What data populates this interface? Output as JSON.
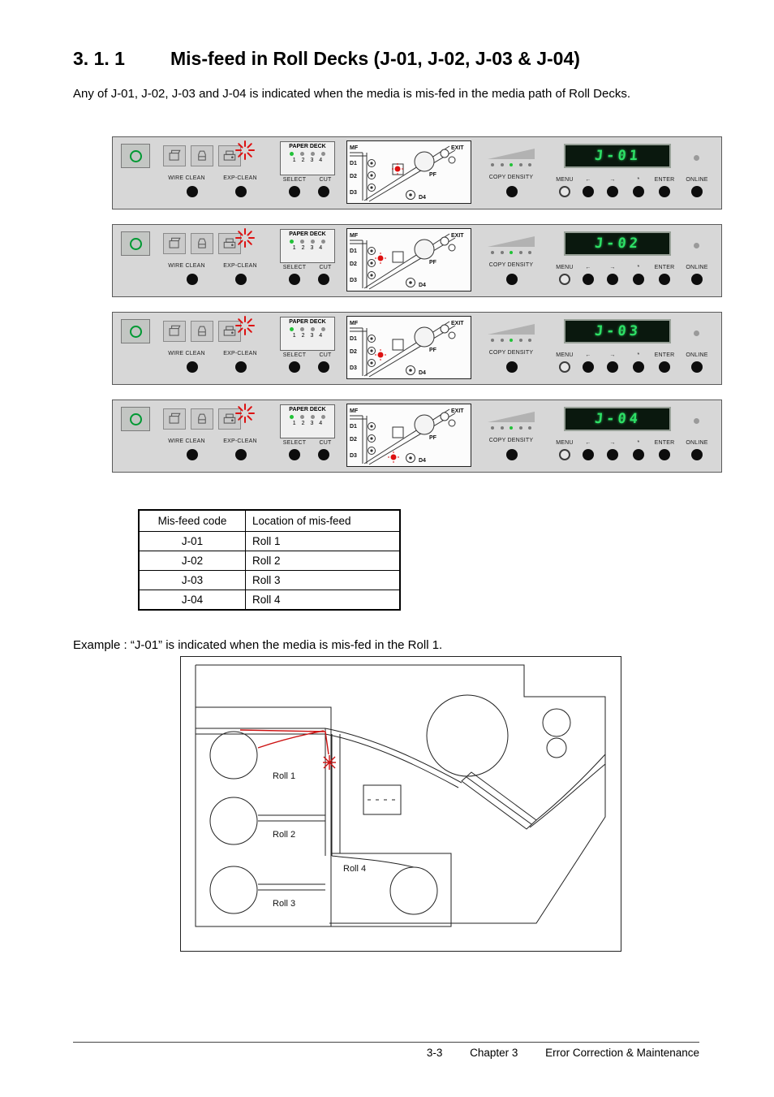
{
  "page": {
    "heading_number": "3. 1. 1",
    "heading_title": "Mis-feed in Roll Decks (J-01, J-02, J-03 & J-04)",
    "intro": "Any of J-01, J-02, J-03 and J-04 is indicated when the media is mis-fed in the media path of Roll Decks.",
    "example": "Example : “J-01” is indicated when the media is mis-fed in the Roll 1.",
    "footer": {
      "page_number": "3-3",
      "chapter": "Chapter 3",
      "chapter_title": "Error Correction & Maintenance"
    }
  },
  "panel_labels": {
    "wire_clean": "WIRE CLEAN",
    "exp_clean": "EXP-CLEAN",
    "paper_deck": "PAPER DECK",
    "deck_numbers": "1 2 3 4",
    "select": "SELECT",
    "cut": "CUT",
    "mf": "MF",
    "exit": "EXIT",
    "d1": "D1",
    "d2": "D2",
    "d3": "D3",
    "d4": "D4",
    "pf": "PF",
    "copy_density": "COPY DENSITY",
    "menu": "MENU",
    "left_arrow": "←",
    "right_arrow": "→",
    "star": "*",
    "enter": "ENTER",
    "online": "ONLINE"
  },
  "panels": [
    {
      "display": "J-01",
      "misfeed_location": "Roll 1"
    },
    {
      "display": "J-02",
      "misfeed_location": "Roll 2"
    },
    {
      "display": "J-03",
      "misfeed_location": "Roll 3"
    },
    {
      "display": "J-04",
      "misfeed_location": "Roll 4"
    }
  ],
  "table": {
    "headers": [
      "Mis-feed code",
      "Location of mis-feed"
    ],
    "rows": [
      [
        "J-01",
        "Roll 1"
      ],
      [
        "J-02",
        "Roll 2"
      ],
      [
        "J-03",
        "Roll 3"
      ],
      [
        "J-04",
        "Roll 4"
      ]
    ]
  },
  "diagram": {
    "roll_labels": [
      "Roll 1",
      "Roll 2",
      "Roll 3",
      "Roll 4"
    ]
  },
  "colors": {
    "display_text": "#2ee066",
    "display_background": "#0a180e",
    "misfeed_red": "#dd1111",
    "led_green": "#22c238",
    "power_green": "#009933"
  }
}
